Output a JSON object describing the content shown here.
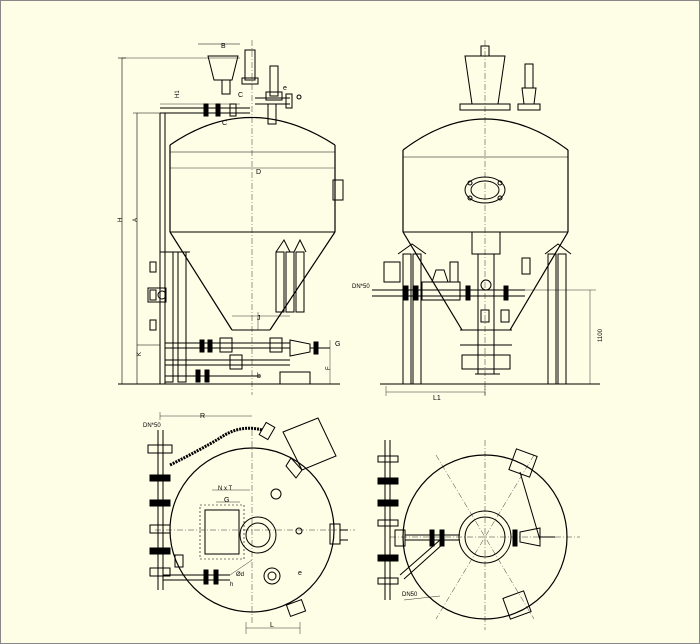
{
  "drawing": {
    "front_view_labels": {
      "b_top": "B",
      "h1": "H1",
      "c_mid": "C",
      "c_left": "C",
      "e_right": "e",
      "d_mid": "D",
      "h_dim": "H",
      "a_dim": "A",
      "j_dim": "J",
      "k_dim": "K",
      "f_dim": "F",
      "g_dim": "G",
      "b_bottom": "b"
    },
    "side_view_labels": {
      "inlet_left": "DN*50",
      "l1_dim": "L1",
      "h1100": "1100"
    },
    "plan_view_left_labels": {
      "r_dim": "R",
      "nozzle_tag": "DN*50",
      "nt": "N x T",
      "g_inner": "G",
      "phi_d": "Ød",
      "e_small": "e",
      "l_bottom": "L",
      "h_small": "h"
    },
    "plan_view_right_labels": {
      "outlet_tag": "DN50"
    }
  }
}
